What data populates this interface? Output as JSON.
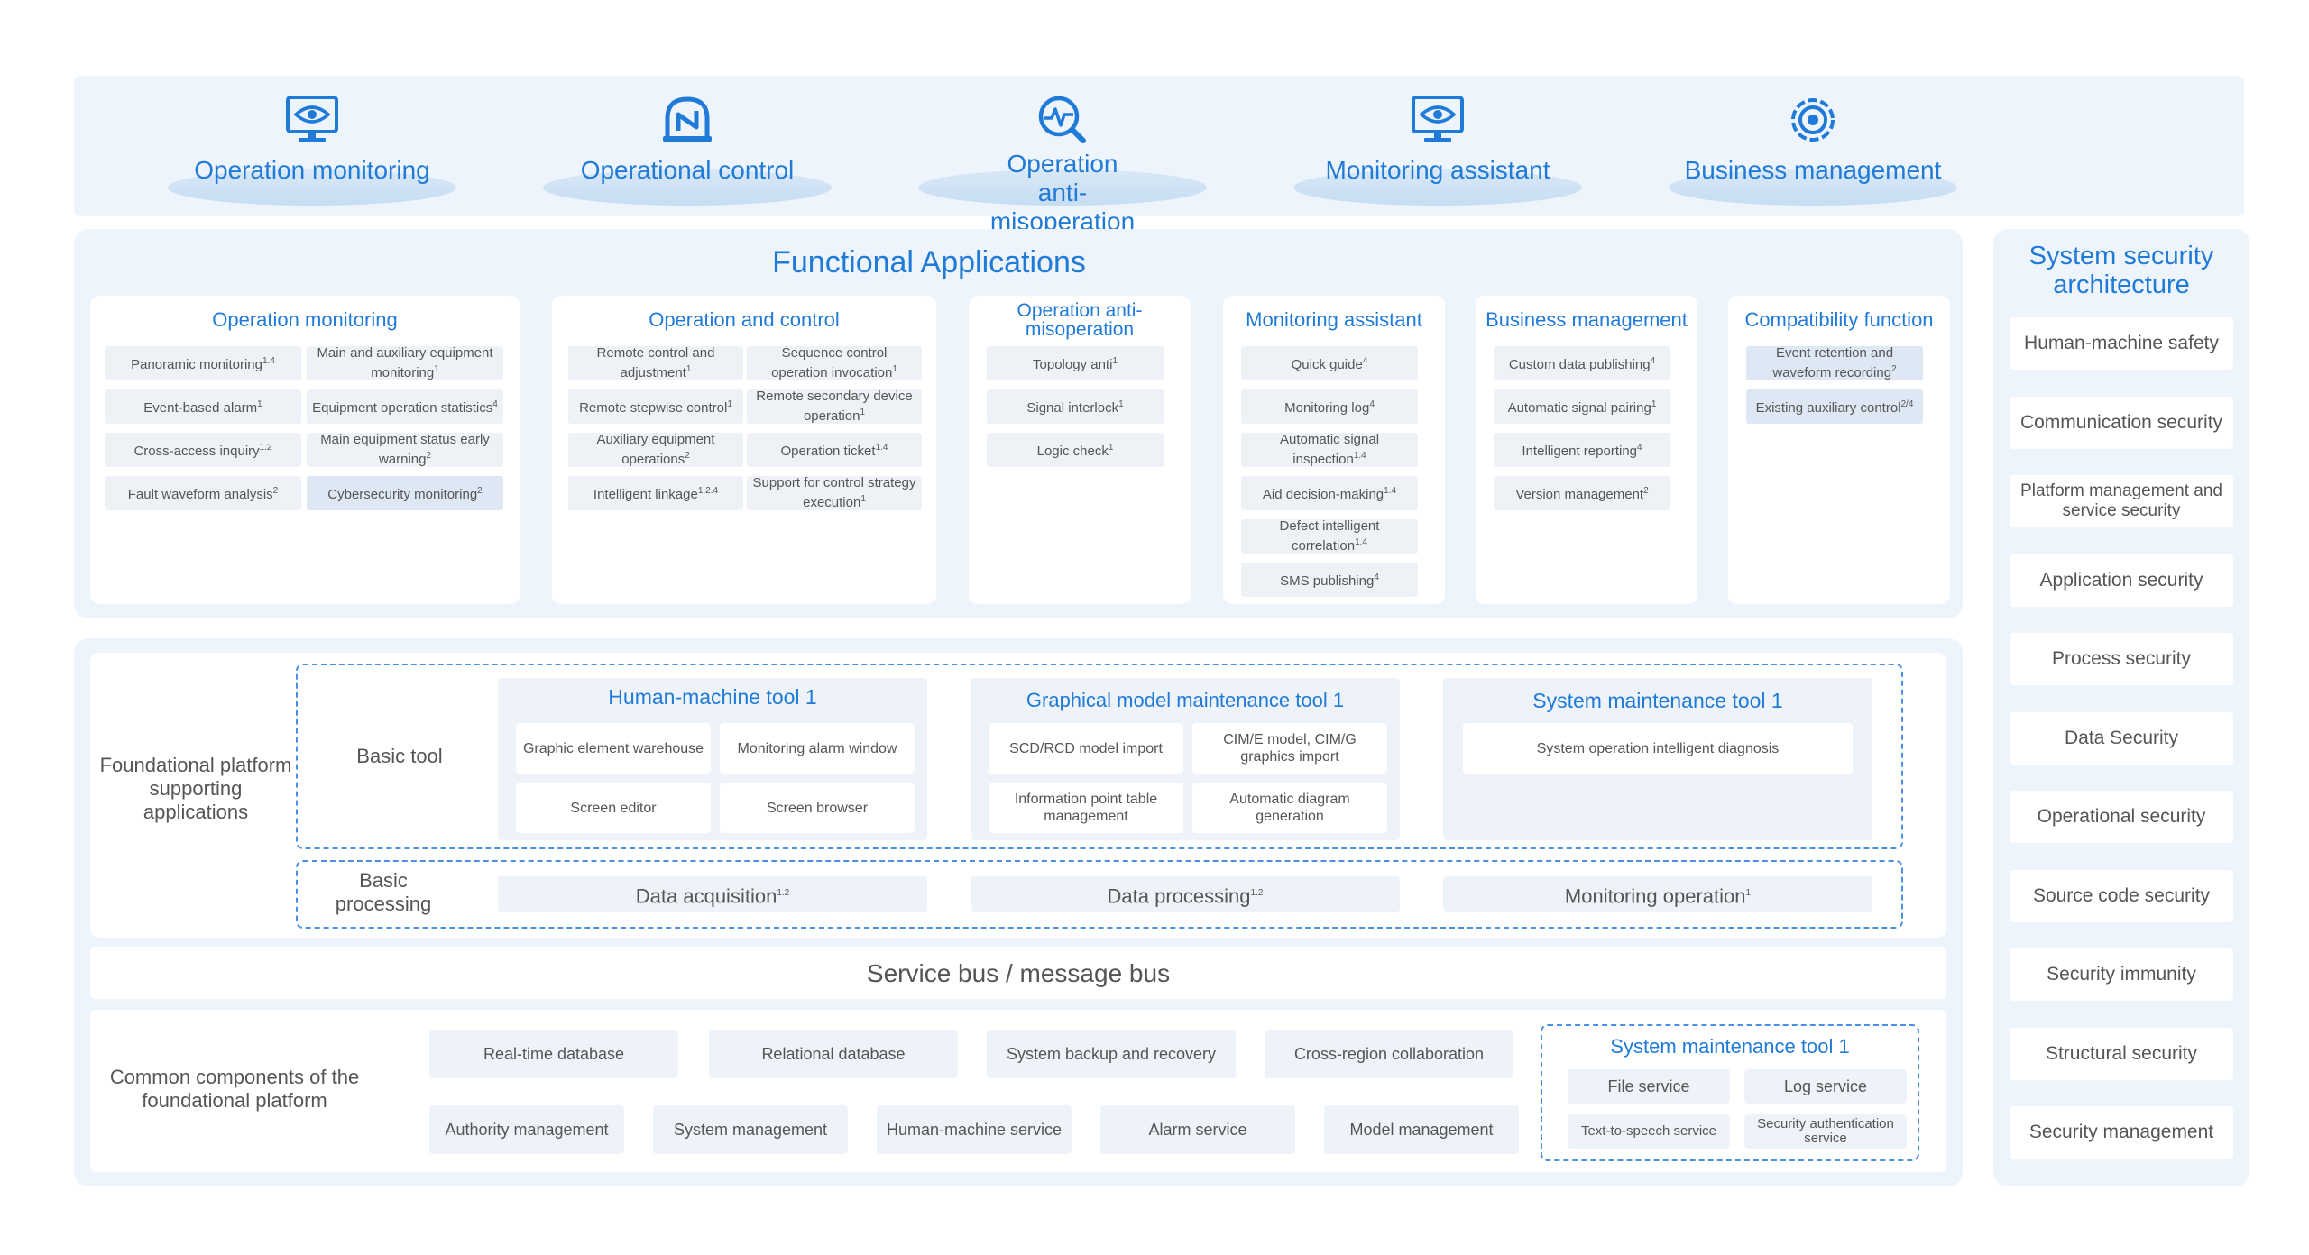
{
  "top_nav": [
    {
      "label": "Operation monitoring",
      "icon": "monitor-eye-icon"
    },
    {
      "label": "Operational control",
      "icon": "control-arch-icon"
    },
    {
      "label": "Operation anti-misoperation",
      "icon": "waveform-search-icon"
    },
    {
      "label": "Monitoring assistant",
      "icon": "monitor-eye-icon"
    },
    {
      "label": "Business management",
      "icon": "gear-icon"
    }
  ],
  "functional": {
    "title": "Functional Applications",
    "groups": [
      {
        "title": "Operation monitoring",
        "items": [
          {
            "text": "Panoramic monitoring",
            "sup": "1.4"
          },
          {
            "text": "Main and auxiliary equipment monitoring",
            "sup": "1"
          },
          {
            "text": "Event-based alarm",
            "sup": "1"
          },
          {
            "text": "Equipment operation statistics",
            "sup": "4"
          },
          {
            "text": "Cross-access inquiry",
            "sup": "1.2"
          },
          {
            "text": "Main equipment status early warning",
            "sup": "2"
          },
          {
            "text": "Fault waveform analysis",
            "sup": "2"
          },
          {
            "text": "Cybersecurity monitoring",
            "sup": "2"
          }
        ]
      },
      {
        "title": "Operation and control",
        "items": [
          {
            "text": "Remote control and adjustment",
            "sup": "1"
          },
          {
            "text": "Sequence control operation invocation",
            "sup": "1"
          },
          {
            "text": "Remote stepwise control",
            "sup": "1"
          },
          {
            "text": "Remote secondary device operation",
            "sup": "1"
          },
          {
            "text": "Auxiliary equipment operations",
            "sup": "2"
          },
          {
            "text": "Operation ticket",
            "sup": "1.4"
          },
          {
            "text": "Intelligent linkage",
            "sup": "1.2.4"
          },
          {
            "text": "Support for control strategy execution",
            "sup": "1"
          }
        ]
      },
      {
        "title": "Operation anti-misoperation",
        "items": [
          {
            "text": "Topology anti",
            "sup": "1"
          },
          {
            "text": "Signal interlock",
            "sup": "1"
          },
          {
            "text": "Logic check",
            "sup": "1"
          }
        ]
      },
      {
        "title": "Monitoring assistant",
        "items": [
          {
            "text": "Quick guide",
            "sup": "4"
          },
          {
            "text": "Monitoring log",
            "sup": "4"
          },
          {
            "text": "Automatic signal inspection",
            "sup": "1.4"
          },
          {
            "text": "Aid decision-making",
            "sup": "1.4"
          },
          {
            "text": "Defect intelligent correlation",
            "sup": "1.4"
          },
          {
            "text": "SMS publishing",
            "sup": "4"
          }
        ]
      },
      {
        "title": "Business management",
        "items": [
          {
            "text": "Custom data publishing",
            "sup": "4"
          },
          {
            "text": "Automatic signal pairing",
            "sup": "1"
          },
          {
            "text": "Intelligent reporting",
            "sup": "4"
          },
          {
            "text": "Version management",
            "sup": "2"
          }
        ]
      },
      {
        "title": "Compatibility function",
        "items": [
          {
            "text": "Event retention and waveform recording",
            "sup": "2"
          },
          {
            "text": "Existing auxiliary control",
            "sup": "2/4"
          }
        ]
      }
    ]
  },
  "foundation": {
    "label": "Foundational platform supporting applications",
    "basic_tool_label": "Basic tool",
    "basic_processing_label": "Basic processing",
    "tools": [
      {
        "title": "Human-machine tool 1",
        "items": [
          "Graphic element warehouse",
          "Monitoring alarm window",
          "Screen editor",
          "Screen browser"
        ]
      },
      {
        "title": "Graphical model maintenance tool 1",
        "items": [
          "SCD/RCD model import",
          "CIM/E model, CIM/G graphics import",
          "Information point table management",
          "Automatic diagram generation"
        ]
      },
      {
        "title": "System maintenance tool 1",
        "items": [
          "System operation intelligent diagnosis"
        ]
      }
    ],
    "processing": [
      {
        "text": "Data acquisition",
        "sup": "1.2"
      },
      {
        "text": "Data processing",
        "sup": "1.2"
      },
      {
        "text": "Monitoring operation",
        "sup": "1"
      }
    ]
  },
  "service_bus": "Service bus / message bus",
  "common": {
    "label": "Common components of the foundational platform",
    "row1": [
      "Real-time database",
      "Relational database",
      "System backup and recovery",
      "Cross-region collaboration"
    ],
    "row2": [
      "Authority management",
      "System management",
      "Human-machine service",
      "Alarm service",
      "Model management"
    ],
    "maintenance": {
      "title": "System maintenance tool 1",
      "items": [
        "File service",
        "Log service",
        "Text-to-speech service",
        "Security authentication service"
      ]
    }
  },
  "security": {
    "title": "System security architecture",
    "items": [
      "Human-machine safety",
      "Communication security",
      "Platform management and service security",
      "Application security",
      "Process security",
      "Data Security",
      "Operational security",
      "Source code security",
      "Security immunity",
      "Structural security",
      "Security management"
    ]
  },
  "colors": {
    "accent": "#1f7ad8",
    "panel": "#eef4fb",
    "dashed": "#4a90e2"
  }
}
